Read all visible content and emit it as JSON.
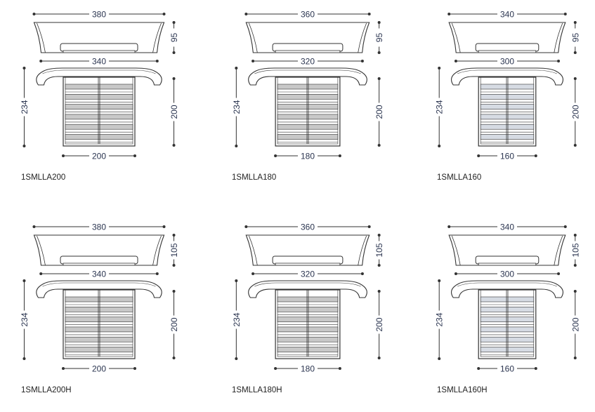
{
  "colors": {
    "line": "#333333",
    "dimension_text": "#2b3550",
    "slat_fill": "#c8c8c8",
    "slat_fill_light": "#d6dbe3"
  },
  "beds": [
    {
      "code": "1SMLLA200",
      "headboard_width": "380",
      "base_width": "340",
      "height": "95",
      "total_length": "234",
      "bed_length": "200",
      "mattress_width": "200"
    },
    {
      "code": "1SMLLA180",
      "headboard_width": "360",
      "base_width": "320",
      "height": "95",
      "total_length": "234",
      "bed_length": "200",
      "mattress_width": "180"
    },
    {
      "code": "1SMLLA160",
      "headboard_width": "340",
      "base_width": "300",
      "height": "95",
      "total_length": "234",
      "bed_length": "200",
      "mattress_width": "160"
    },
    {
      "code": "1SMLLA200H",
      "headboard_width": "380",
      "base_width": "340",
      "height": "105",
      "total_length": "234",
      "bed_length": "200",
      "mattress_width": "200"
    },
    {
      "code": "1SMLLA180H",
      "headboard_width": "360",
      "base_width": "320",
      "height": "105",
      "total_length": "234",
      "bed_length": "200",
      "mattress_width": "180"
    },
    {
      "code": "1SMLLA160H",
      "headboard_width": "340",
      "base_width": "300",
      "height": "105",
      "total_length": "234",
      "bed_length": "200",
      "mattress_width": "160"
    }
  ]
}
